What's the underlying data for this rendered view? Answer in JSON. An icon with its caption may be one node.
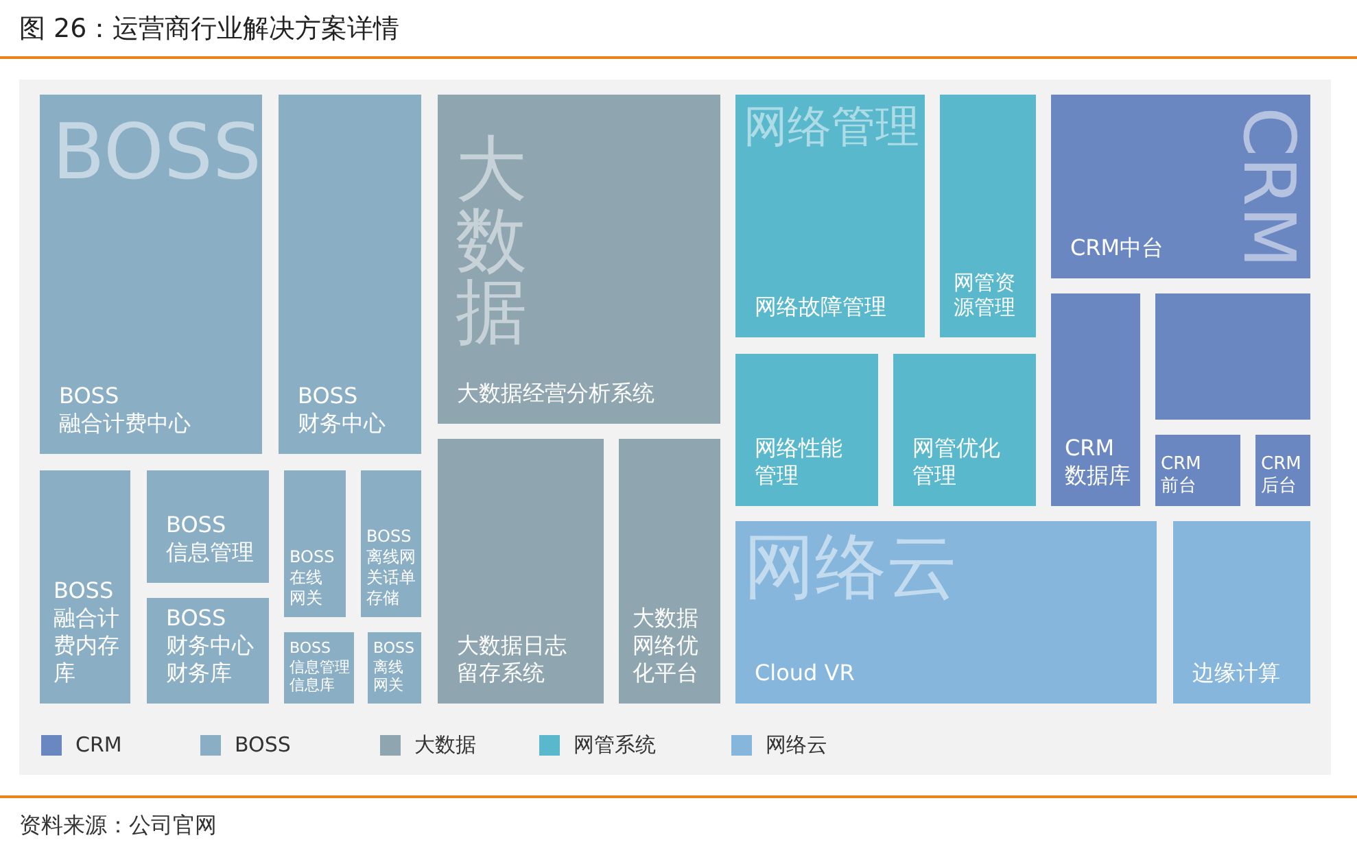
{
  "diagram": {
    "title": "图 26：运营商行业解决方案详情",
    "caption": "资料来源：公司官网",
    "nodes": [
      {
        "text": [
          "BOSS 融合计费中心"
        ]
      },
      {
        "text": [
          "BOSS 财务中心"
        ]
      },
      {
        "text": [
          "大数据经营分析系统"
        ]
      },
      {
        "text": [
          "网络故障管理"
        ]
      },
      {
        "text": [
          "网管资源管理"
        ]
      },
      {
        "text": [
          "CRM中台"
        ]
      },
      {
        "text": [
          "CRM 数据库"
        ]
      },
      {
        "text": [],
        "shape": "box"
      },
      {
        "text": [
          "CRM 前台"
        ]
      },
      {
        "text": [
          "CRM 后台"
        ]
      },
      {
        "text": [
          "网络性能管理"
        ]
      },
      {
        "text": [
          "网管优化管理"
        ]
      },
      {
        "text": [
          "BOSS 融合计费内存库"
        ]
      },
      {
        "text": [
          "BOSS 信息管理"
        ]
      },
      {
        "text": [
          "BOSS 财务中心财务库"
        ]
      },
      {
        "text": [
          "BOSS 在线网关"
        ]
      },
      {
        "text": [
          "BOSS 离线网关话单存储"
        ]
      },
      {
        "text": [
          "BOSS 信息管理信息库"
        ]
      },
      {
        "text": [
          "BOSS 离线网关"
        ]
      },
      {
        "text": [
          "大数据日志留存系统"
        ]
      },
      {
        "text": [
          "大数据网络优化平台"
        ]
      },
      {
        "text": [
          "Cloud VR"
        ]
      },
      {
        "text": [
          "边缘计算"
        ]
      }
    ],
    "edges": [],
    "labels": [
      "BOSS",
      "大数据",
      "网络管理",
      "CRM",
      "网络云"
    ],
    "legend": [
      {
        "text": "CRM",
        "color": "#6a87c2"
      },
      {
        "text": "BOSS",
        "color": "#8aaec4"
      },
      {
        "text": "大数据",
        "color": "#8fa5b0"
      },
      {
        "text": "网管系统",
        "color": "#5ab8cc"
      },
      {
        "text": "网络云",
        "color": "#86b6dc"
      }
    ]
  }
}
